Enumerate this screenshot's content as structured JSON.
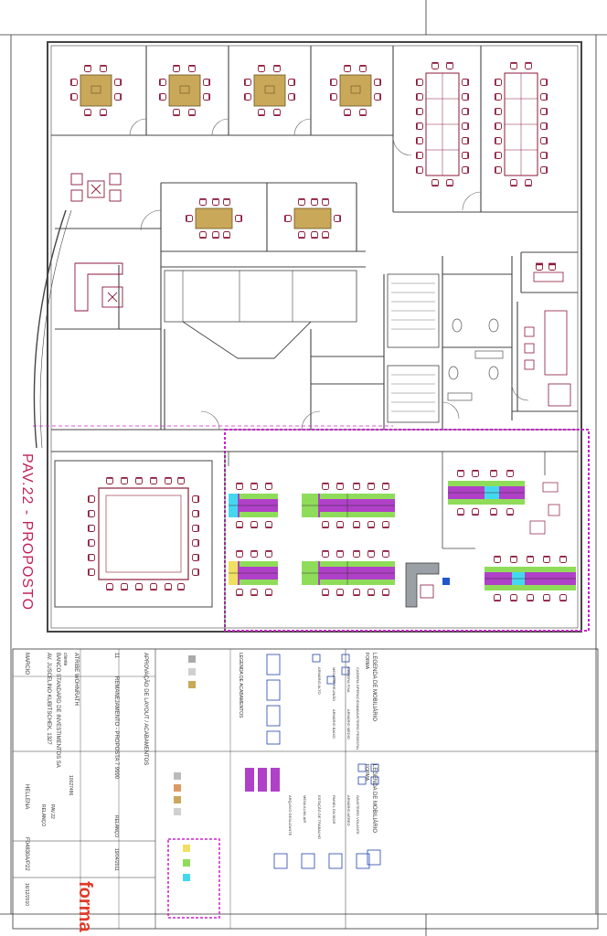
{
  "title": "PAV.22 - PROPOSTO",
  "colors": {
    "wall": "#444444",
    "furniture": "#8b1a3a",
    "table_tan": "#c9a85a",
    "workstation_green": "#8fdc5a",
    "workstation_purple": "#b040c8",
    "workstation_cyan": "#44d8f0",
    "workstation_yellow": "#f0e060",
    "highlight_dash": "#cc22cc",
    "title_red": "#c0205a",
    "brand_red": "#e23a2a"
  },
  "legend": {
    "section1_header": "LEGENDA DE MOBILIÁRIO",
    "section1_sub": "FORMA",
    "section2_header": "LEGENDA DE MOBILIÁRIO",
    "section2_sub": "FORMA",
    "acabamentos_header": "LEGENDA DE ACABAMENTOS",
    "items_left": [
      "CADEIRA OPERACIONAL",
      "CADEIRA FIXA",
      "MESA DE REUNIÃO",
      "ARMÁRIO ALTO",
      "GAVETEIRO PEDESTAL",
      "ARMÁRIO MÉDIO",
      "ARMÁRIO BAIXO"
    ],
    "items_right": [
      "GAVETEIRO VOLANTE",
      "ARMÁRIO AÉREO",
      "PAINEL DIVISOR",
      "ESTAÇÃO DE TRABALHO",
      "MESA AUXILIAR",
      "ARQUIVO DESLIZANTE"
    ]
  },
  "title_block": {
    "project_line1": "APROVAÇÃO DE LAYOUT / ACABAMENTOS",
    "project_line2": "REMANEJAMENTO - PROPOSTA 7 9990",
    "client_label": "cliente",
    "client": "BANCO STANDARD DE INVESTIMENTOS SA",
    "address": "AV. JUSCELINO KUBITSCHEK, 1327",
    "architect": "ATRIBE WOHNRATH",
    "sheet_no": "11",
    "date": "19/04/2011",
    "drawn_by": "MARCIO",
    "checked_by": "HELLENA",
    "project_no": "F04830A/P22",
    "revision_date": "16/12/2010",
    "code1": "10027486",
    "code2": "PAV.22",
    "status": "RELANÇO",
    "brand": "forma"
  }
}
